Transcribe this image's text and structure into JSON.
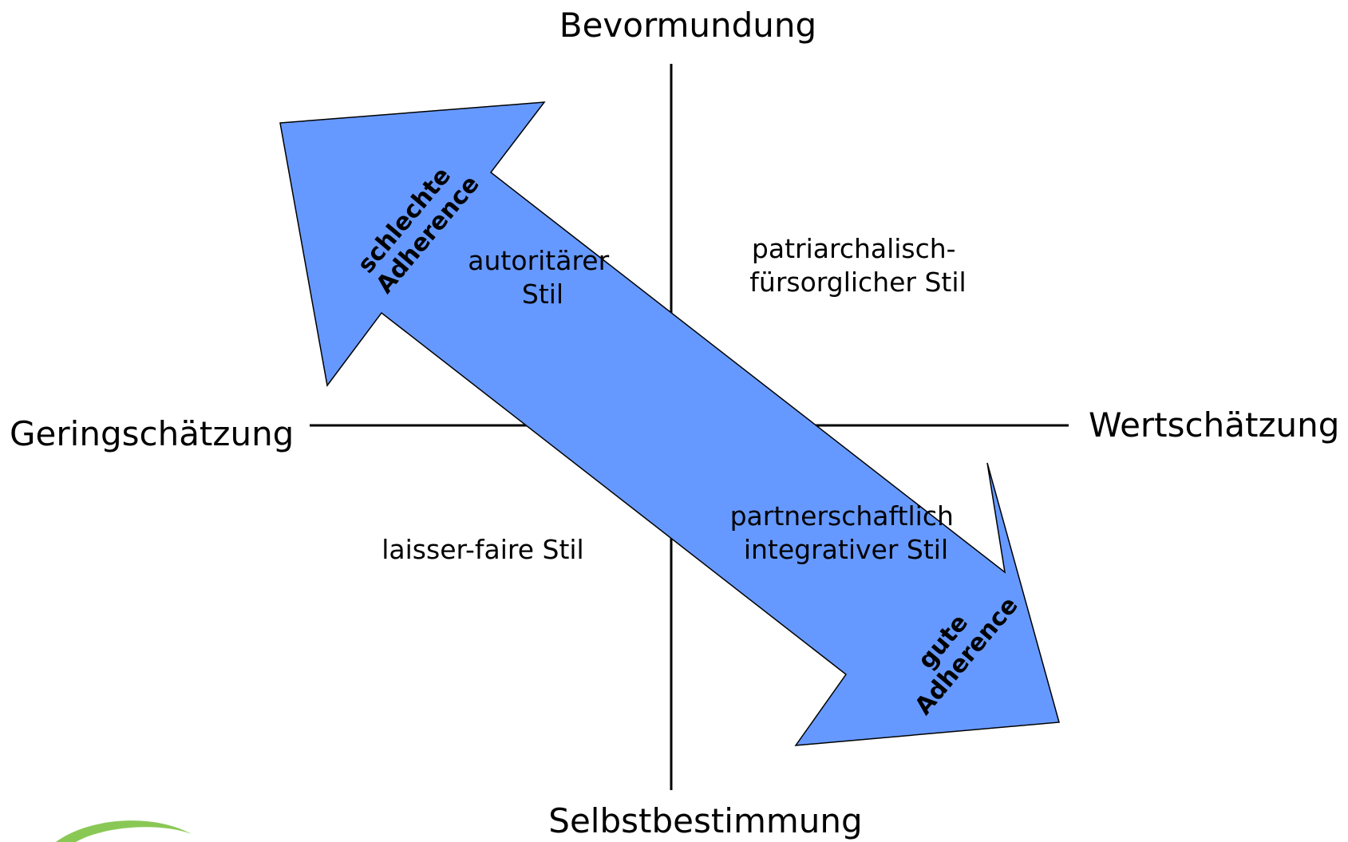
{
  "axes": {
    "top": "Bevormundung",
    "bottom": "Selbstbestimmung",
    "left": "Geringschätzung",
    "right": "Wertschätzung"
  },
  "quadrants": {
    "top_left": [
      "autoritärer",
      "Stil"
    ],
    "top_right": [
      "patriarchalisch-",
      "fürsorglicher Stil"
    ],
    "bottom_left": [
      "laisser-faire Stil"
    ],
    "bottom_right": [
      "partnerschaftlich",
      "integrativer Stil"
    ]
  },
  "arrow": {
    "fill_color": "#6699ff",
    "upper_end_label": [
      "schlechte",
      "Adherence"
    ],
    "lower_end_label": [
      "gute",
      "Adherence"
    ]
  },
  "logo": {
    "name": "green-swoosh-logo",
    "color": "#7dc242"
  }
}
